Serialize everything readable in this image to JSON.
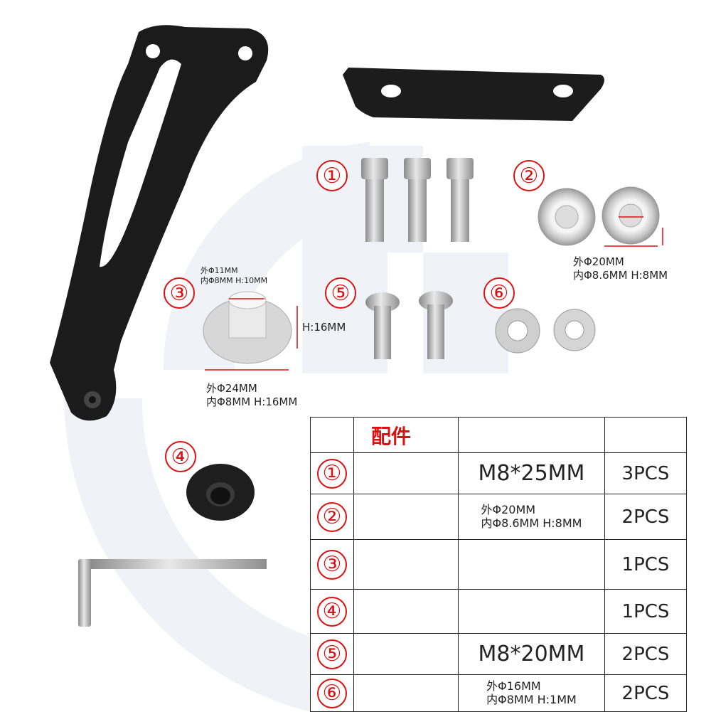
{
  "item_labels": {
    "n1": "①",
    "n2": "②",
    "n3": "③",
    "n4": "④",
    "n5": "⑤",
    "n6": "⑥"
  },
  "annotations": {
    "washer_outer": "外Φ20MM",
    "washer_inner": "内Φ8.6MM H:8MM",
    "bushing_top_outer": "外Φ11MM",
    "bushing_top_inner": "内Φ8MM H:10MM",
    "bushing_height": "H:16MM",
    "bushing_outer": "外Φ24MM",
    "bushing_inner": "内Φ8MM H:16MM"
  },
  "table": {
    "header": "配件",
    "rows": [
      {
        "num": "①",
        "spec_main": "M8*25MM",
        "spec_lines": [],
        "qty": "3PCS"
      },
      {
        "num": "②",
        "spec_main": "",
        "spec_lines": [
          "外Φ20MM",
          "内Φ8.6MM H:8MM"
        ],
        "qty": "2PCS"
      },
      {
        "num": "③",
        "spec_main": "",
        "spec_lines": [],
        "qty": "1PCS"
      },
      {
        "num": "④",
        "spec_main": "",
        "spec_lines": [],
        "qty": "1PCS"
      },
      {
        "num": "⑤",
        "spec_main": "M8*20MM",
        "spec_lines": [],
        "qty": "2PCS"
      },
      {
        "num": "⑥",
        "spec_main": "",
        "spec_lines": [
          "外Φ16MM",
          "内Φ8MM H:1MM"
        ],
        "qty": "2PCS"
      }
    ]
  },
  "colors": {
    "accent": "#dd1111",
    "metal": "#b8b8b8",
    "bracket": "#1a1a1a",
    "watermark": "#e9edf5"
  }
}
